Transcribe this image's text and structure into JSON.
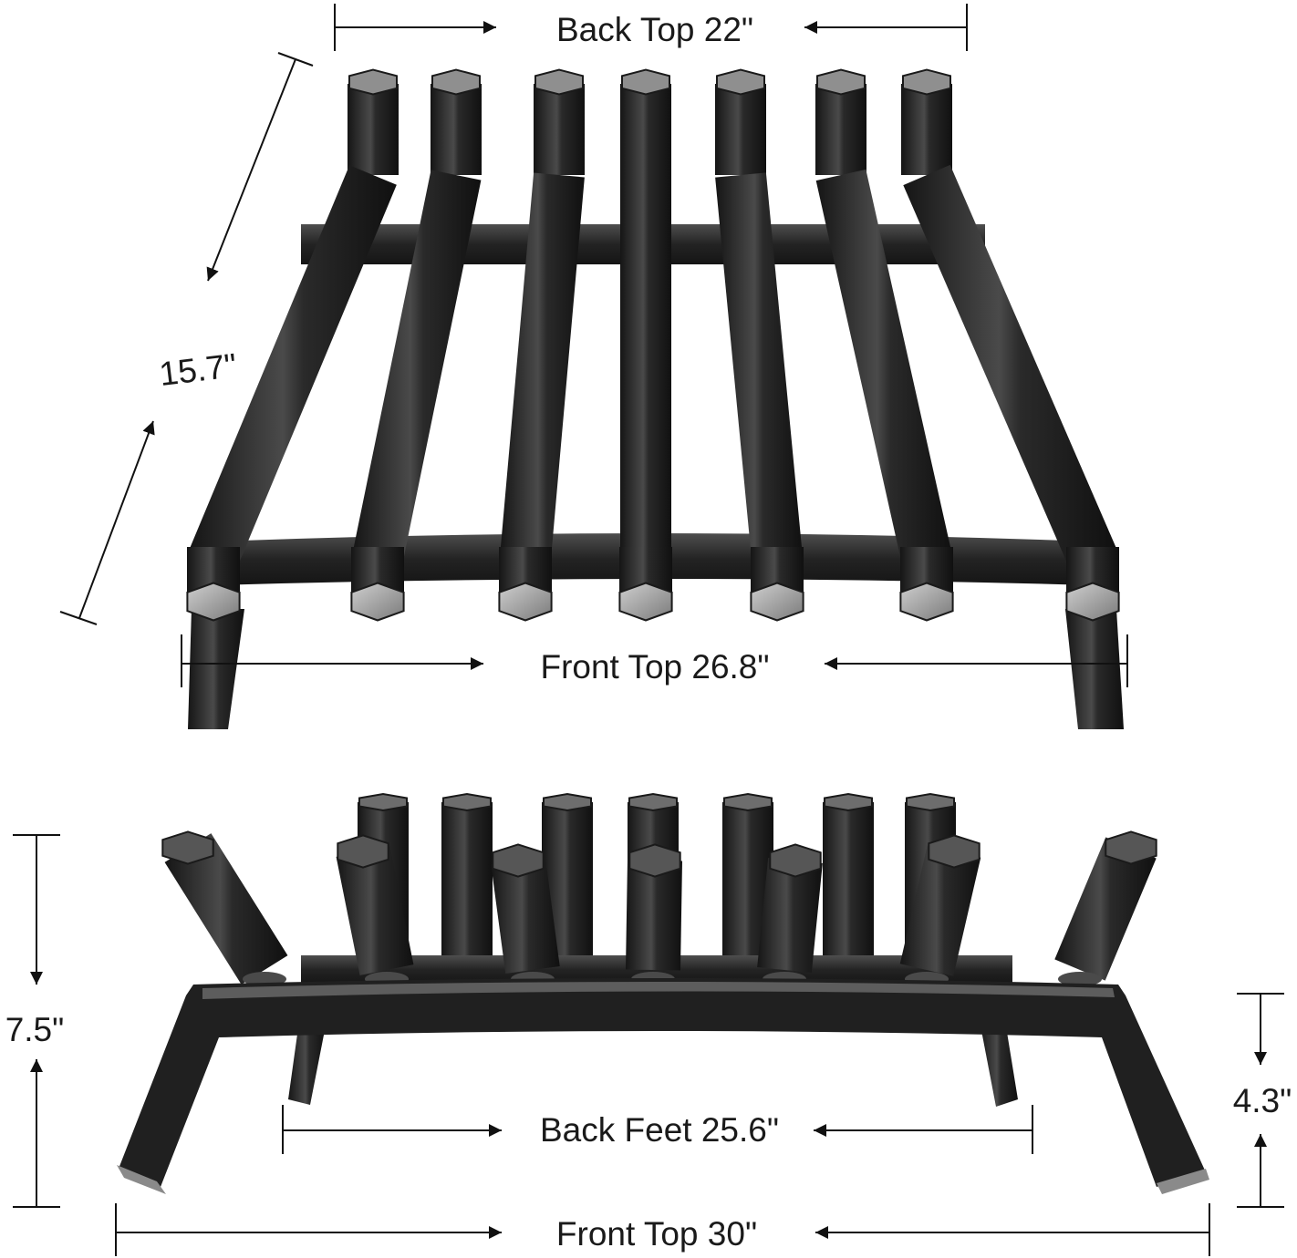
{
  "colors": {
    "background": "#ffffff",
    "metal_dark": "#1e1e1e",
    "metal_mid": "#3a3a3a",
    "metal_light": "#6a6a6a",
    "metal_highlight": "#b5b5b5",
    "dimension_line": "#111111"
  },
  "icons": {
    "bar_cap": "hexagon",
    "dimension_end": "arrowhead"
  },
  "top_view": {
    "bar_count": 7,
    "dimensions": {
      "back_top": "Back Top 22\"",
      "depth": "15.7\"",
      "front_top": "Front Top 26.8\""
    }
  },
  "front_view": {
    "dimensions": {
      "height": "7.5\"",
      "back_feet": "Back Feet 25.6\"",
      "foot_height": "4.3\"",
      "front_top": "Front Top 30\""
    }
  }
}
